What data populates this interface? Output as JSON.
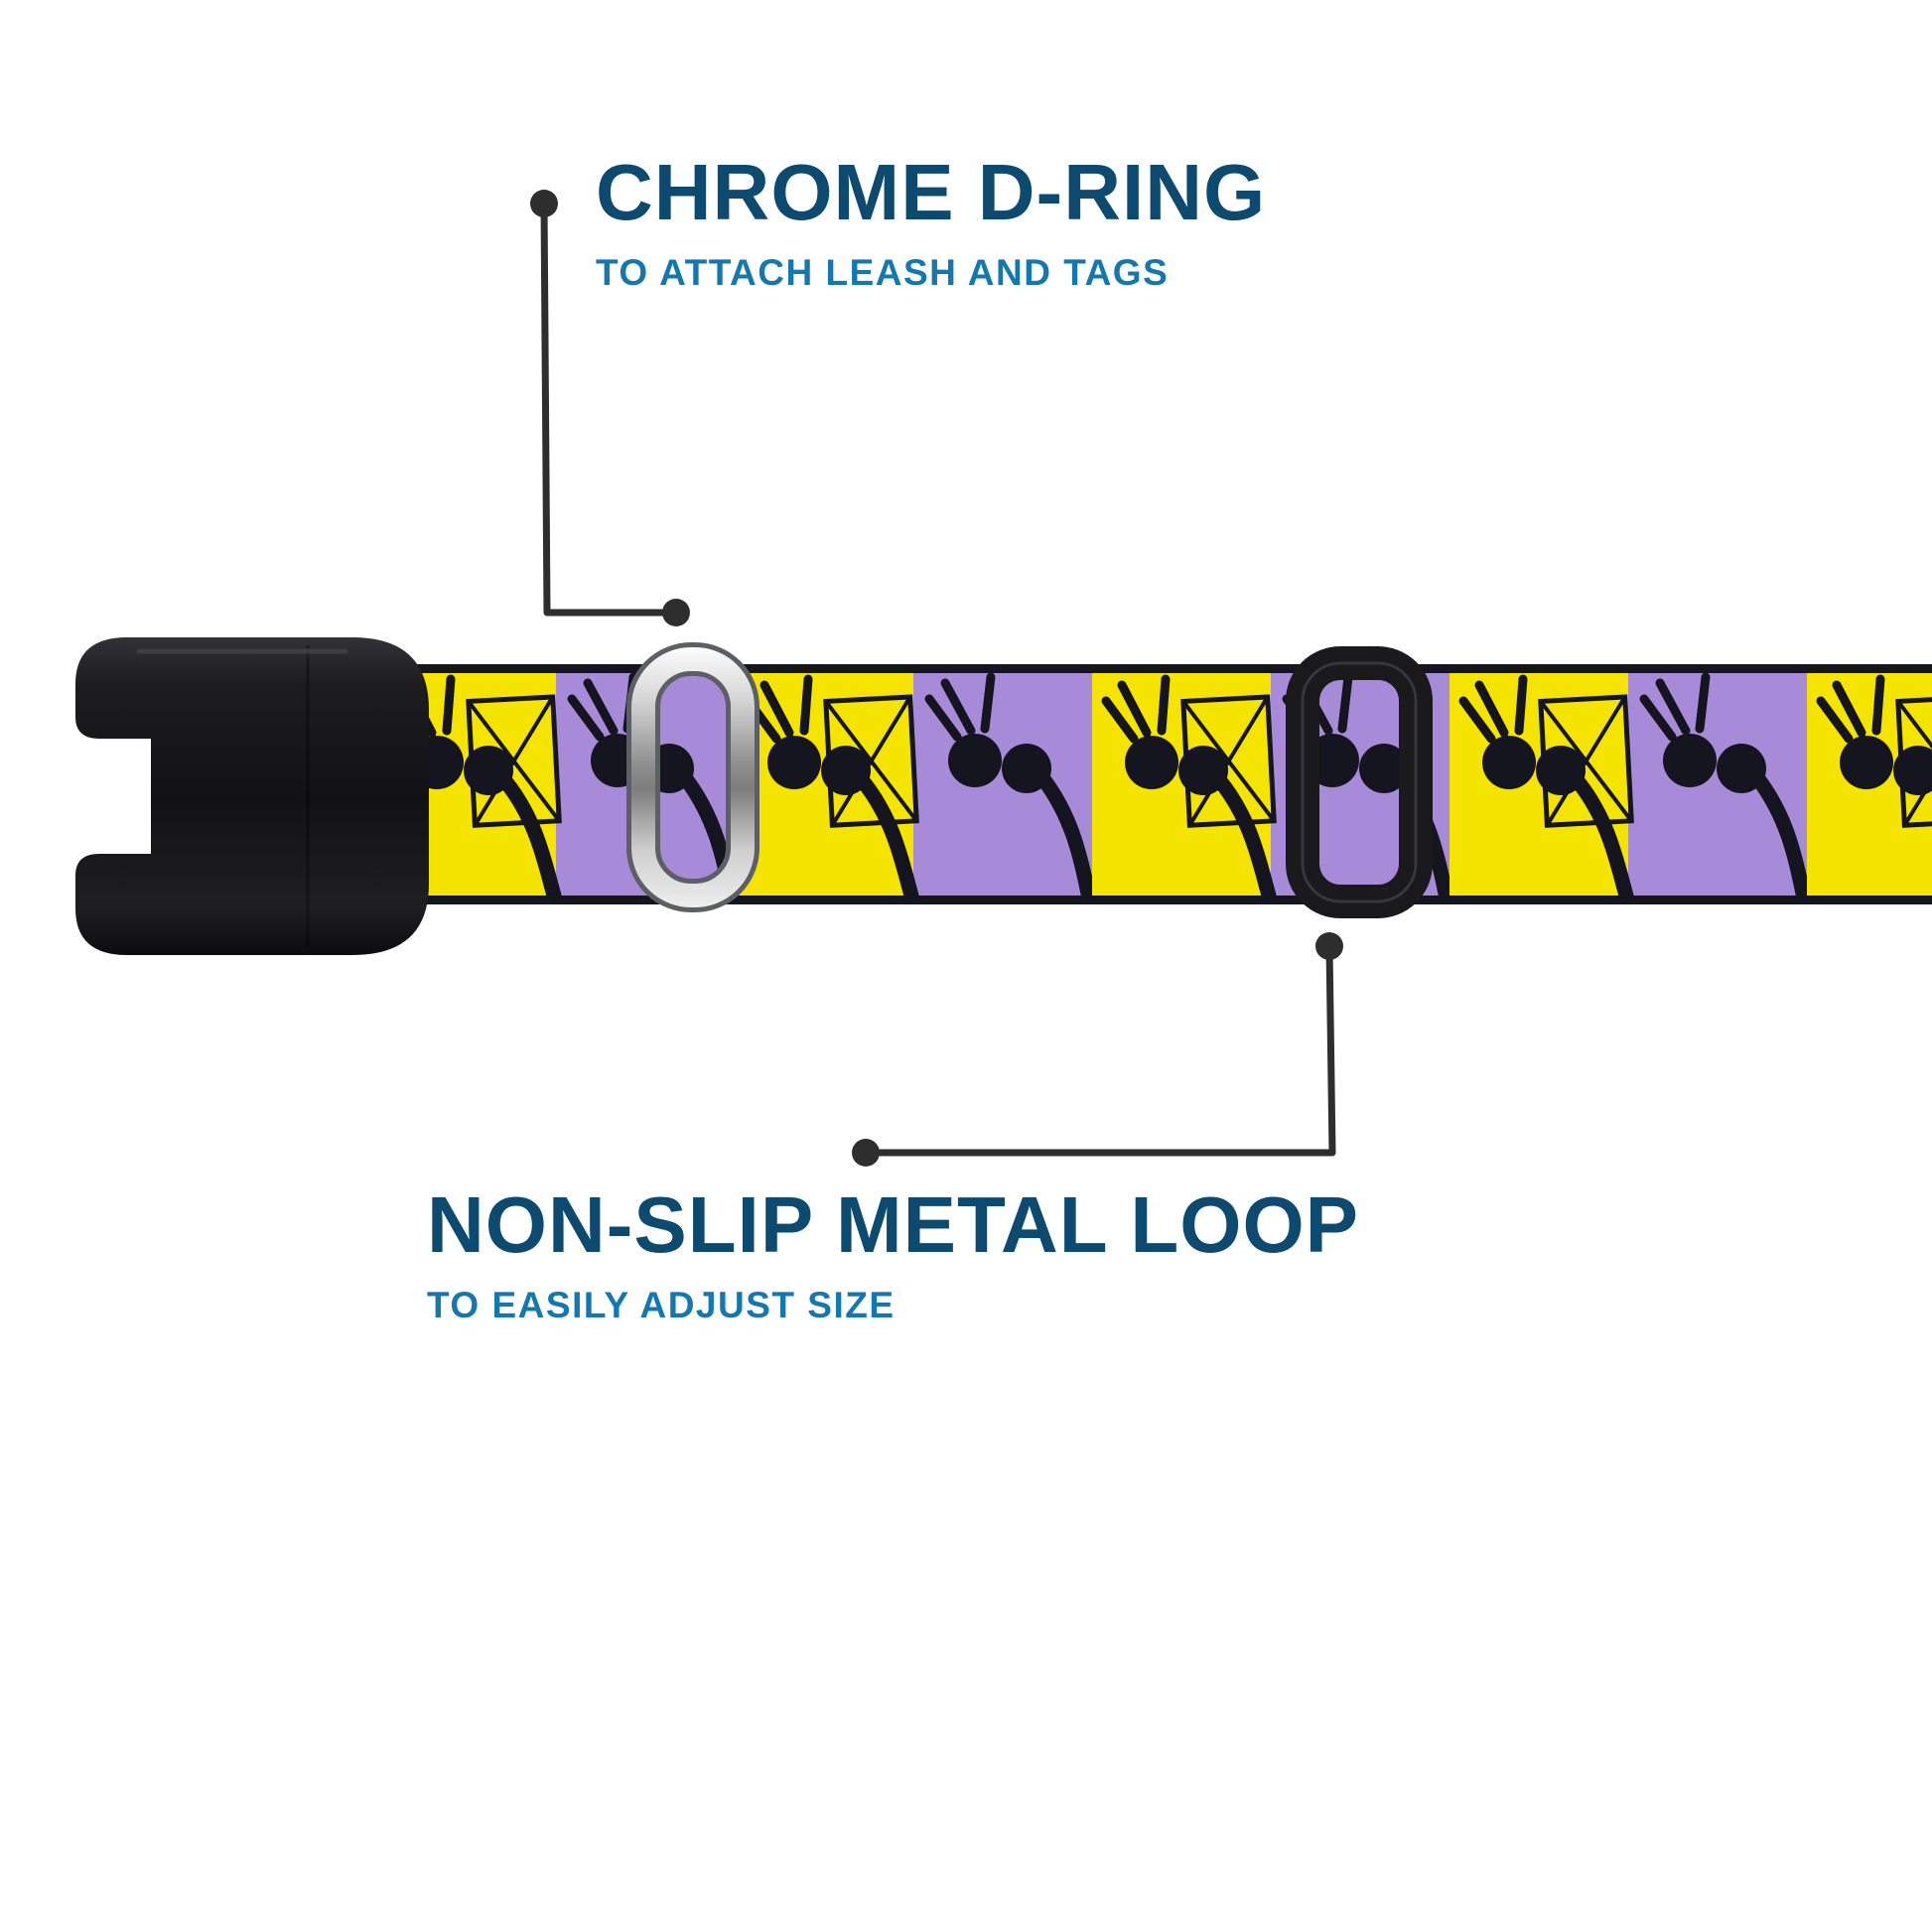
{
  "callouts": {
    "d_ring": {
      "title": "CHROME D-RING",
      "subtitle": "TO ATTACH LEASH AND TAGS"
    },
    "metal_loop": {
      "title": "NON-SLIP METAL LOOP",
      "subtitle": "TO EASILY ADJUST SIZE"
    }
  },
  "colors": {
    "title-navy": "#0d4a70",
    "subtitle-blue": "#1478b0",
    "callout-line": "#2e2e2e",
    "webbing-yellow": "#f5e400",
    "webbing-purple": "#a78bd9",
    "pattern-ink": "#15151f",
    "buckle-black": "#1a1a1d",
    "background": "#ffffff"
  }
}
